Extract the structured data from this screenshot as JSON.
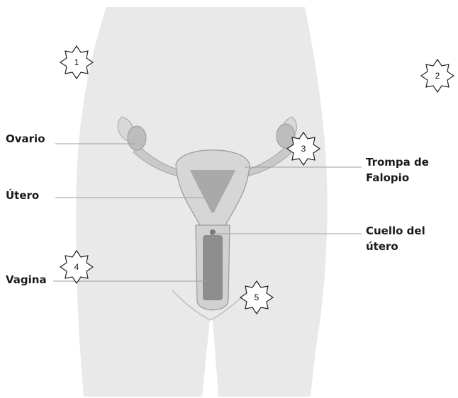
{
  "labels": {
    "ovario": "Ovario",
    "utero": "Útero",
    "vagina": "Vagina",
    "trompa_line1": "Trompa de",
    "trompa_line2": "Falopio",
    "cuello_line1": "Cuello del",
    "cuello_line2": "útero"
  },
  "markers": [
    "1",
    "2",
    "3",
    "4",
    "5"
  ],
  "colors": {
    "body": "#e9e9e9",
    "organ": "#d3d3d3",
    "organ_dark": "#9a9a9a",
    "leader": "#9e9e9e",
    "text": "#1a1a1a"
  }
}
